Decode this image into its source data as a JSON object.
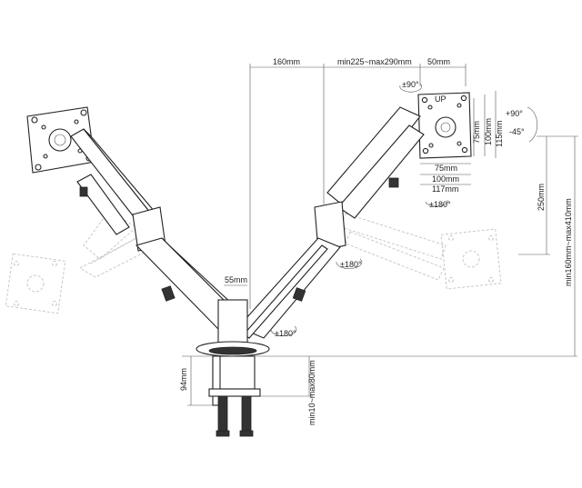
{
  "dimensions": {
    "arm_offset": "160mm",
    "arm_reach": "min225~max290mm",
    "vesa_depth": "50mm",
    "vesa_75_h": "75mm",
    "vesa_100_h": "100mm",
    "vesa_115_h": "115mm",
    "vesa_75_w": "75mm",
    "vesa_100_w": "100mm",
    "vesa_117_w": "117mm",
    "tilt_up": "+90°",
    "tilt_down": "-45°",
    "swivel_top": "±90°",
    "rotate_head": "±180°",
    "rotate_elbow": "±180°",
    "rotate_base": "±180°",
    "height_adjust": "250mm",
    "total_height": "min160mm~max410mm",
    "pole_width": "55mm",
    "clamp_height": "94mm",
    "clamp_range": "min10~max80mm"
  },
  "markings": {
    "up": "UP"
  }
}
